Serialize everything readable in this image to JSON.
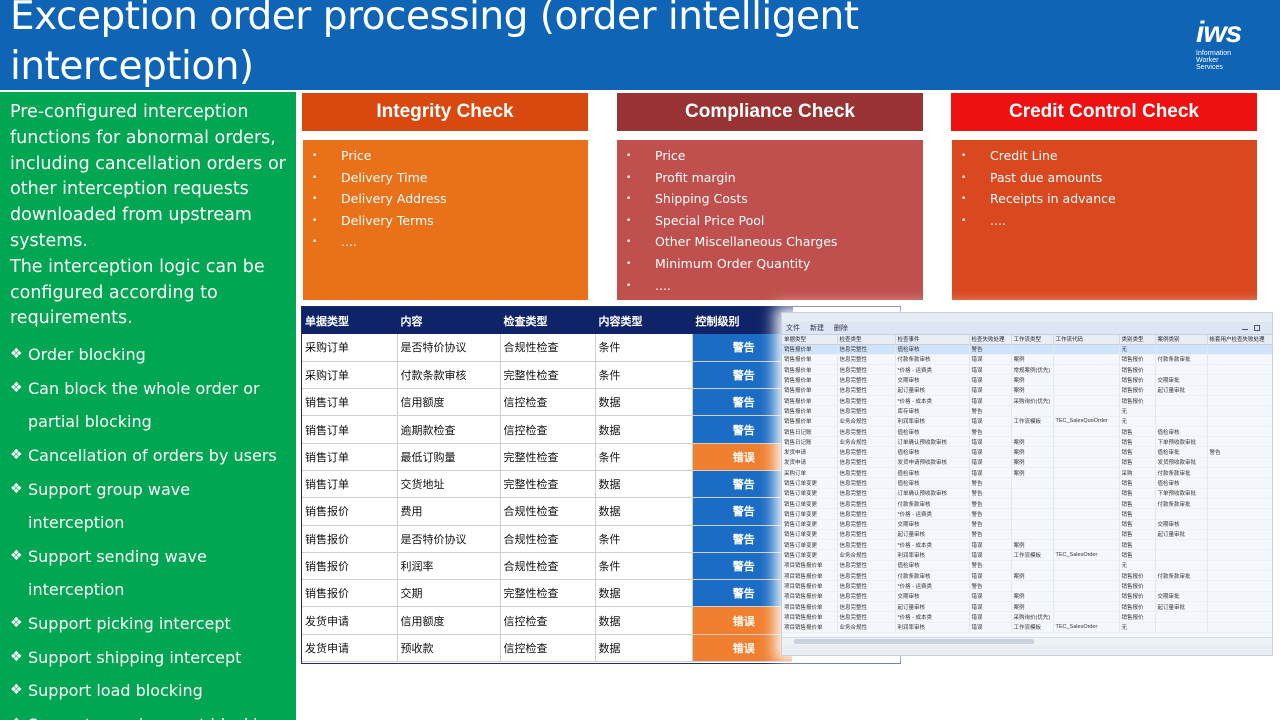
{
  "title": "Exception order processing (order intelligent interception)",
  "logo": {
    "mark": "iws",
    "sub_lines": [
      "Information",
      "Worker",
      "Services"
    ]
  },
  "intro": [
    "Pre-configured interception functions for abnormal orders, including cancellation orders or other interception requests downloaded from upstream systems.",
    "The interception logic can be configured according to requirements."
  ],
  "bullets": [
    "Order blocking",
    "Can block the whole order or partial blocking",
    "Cancellation of orders by users",
    "Support group wave interception",
    "Support sending wave interception",
    "Support picking intercept",
    "Support shipping intercept",
    "Support load blocking",
    "Support reassignment blocking"
  ],
  "checks": [
    {
      "title": "Integrity Check",
      "items": [
        "Price",
        "Delivery Time",
        "Delivery Address",
        "Delivery Terms",
        "...."
      ]
    },
    {
      "title": "Compliance Check",
      "items": [
        "Price",
        "Profit margin",
        "Shipping Costs",
        "Special Price Pool",
        "Other Miscellaneous Charges",
        "Minimum Order Quantity",
        "...."
      ]
    },
    {
      "title": "Credit Control Check",
      "items": [
        "Credit Line",
        "Past due amounts",
        "Receipts in advance",
        "...."
      ]
    }
  ],
  "colors": {
    "title_bar": "#0f64b5",
    "left_panel": "#00a651",
    "integrity_head": "#d9480f",
    "integrity_body": "#e8711a",
    "compliance_head": "#993333",
    "compliance_body": "#c0504d",
    "credit_head": "#ee1111",
    "credit_body": "#d9481f",
    "warning": "#1b6cc4",
    "error": "#f08030"
  },
  "rules_table": {
    "headers": [
      "单据类型",
      "内容",
      "检查类型",
      "内容类型",
      "控制级别"
    ],
    "rows": [
      [
        "采购订单",
        "是否特价协议",
        "合规性检查",
        "条件",
        "警告",
        "warn"
      ],
      [
        "采购订单",
        "付款条款审核",
        "完整性检查",
        "条件",
        "警告",
        "warn"
      ],
      [
        "销售订单",
        "信用额度",
        "信控检查",
        "数据",
        "警告",
        "warn"
      ],
      [
        "销售订单",
        "逾期款检查",
        "信控检查",
        "数据",
        "警告",
        "warn"
      ],
      [
        "销售订单",
        "最低订购量",
        "完整性检查",
        "条件",
        "错误",
        "err"
      ],
      [
        "销售订单",
        "交货地址",
        "完整性检查",
        "数据",
        "警告",
        "warn"
      ],
      [
        "销售报价",
        "费用",
        "合规性检查",
        "数据",
        "警告",
        "warn"
      ],
      [
        "销售报价",
        "是否特价协议",
        "合规性检查",
        "条件",
        "警告",
        "warn"
      ],
      [
        "销售报价",
        "利润率",
        "合规性检查",
        "条件",
        "警告",
        "warn"
      ],
      [
        "销售报价",
        "交期",
        "完整性检查",
        "数据",
        "警告",
        "warn"
      ],
      [
        "发货申请",
        "信用额度",
        "信控检查",
        "数据",
        "错误",
        "err"
      ],
      [
        "发货申请",
        "预收款",
        "信控检查",
        "数据",
        "错误",
        "err"
      ]
    ]
  },
  "screenshot": {
    "toolbar": [
      "文件",
      "新建",
      "删除"
    ],
    "headers": [
      "单据类型",
      "检查类型",
      "检查事件",
      "检查失败处理",
      "工作流类型",
      "工作流代码",
      "类别类型",
      "案例类别",
      "帐套用户检查失败处理"
    ],
    "rows": [
      [
        "销售报价单",
        "信息完整性",
        "值检审核",
        "警告",
        "",
        "",
        "无",
        "",
        ""
      ],
      [
        "销售报价单",
        "信息完整性",
        "付款条款审核",
        "错误",
        "案例",
        "",
        "销售报价",
        "付款条款审批",
        ""
      ],
      [
        "销售报价单",
        "信息完整性",
        "*价格 - 运费类",
        "错误",
        "常规案例(优先)",
        "",
        "销售报价",
        "",
        ""
      ],
      [
        "销售报价单",
        "信息完整性",
        "交期审核",
        "错误",
        "案例",
        "",
        "销售报价",
        "交期审批",
        ""
      ],
      [
        "销售报价单",
        "信息完整性",
        "起订量审核",
        "错误",
        "案例",
        "",
        "销售报价",
        "起订量审批",
        ""
      ],
      [
        "销售报价单",
        "信息完整性",
        "*价格 - 成本类",
        "错误",
        "采购询价(优先)",
        "",
        "销售报价",
        "",
        ""
      ],
      [
        "销售报价单",
        "信息完整性",
        "库存审核",
        "警告",
        "",
        "",
        "无",
        "",
        ""
      ],
      [
        "销售报价单",
        "业务合规性",
        "利润率审核",
        "错误",
        "工作流模板",
        "TEC_SalesQuoOrder",
        "无",
        "",
        ""
      ],
      [
        "销售日记账",
        "信息完整性",
        "值检审核",
        "警告",
        "",
        "",
        "销售",
        "值检审核",
        ""
      ],
      [
        "销售日记账",
        "业务合规性",
        "订单确认预收款审核",
        "错误",
        "案例",
        "",
        "销售",
        "下单预收款审批",
        ""
      ],
      [
        "发货申请",
        "信息完整性",
        "值检审核",
        "错误",
        "案例",
        "",
        "销售",
        "值检审批",
        "警告"
      ],
      [
        "发货申请",
        "信息完整性",
        "发货申请预收款审核",
        "错误",
        "案例",
        "",
        "销售",
        "发货预收款审批",
        ""
      ],
      [
        "采购订单",
        "信息完整性",
        "值检审核",
        "错误",
        "案例",
        "",
        "采购",
        "付款条款审批",
        ""
      ],
      [
        "销售订单变更",
        "信息完整性",
        "值检审核",
        "警告",
        "",
        "",
        "销售",
        "值检审核",
        ""
      ],
      [
        "销售订单变更",
        "信息完整性",
        "订单确认预收款审核",
        "警告",
        "",
        "",
        "销售",
        "下单预收款审批",
        ""
      ],
      [
        "销售订单变更",
        "信息完整性",
        "付款条款审核",
        "警告",
        "",
        "",
        "销售",
        "付款条款审批",
        ""
      ],
      [
        "销售订单变更",
        "信息完整性",
        "*价格 - 运费类",
        "警告",
        "",
        "",
        "销售",
        "",
        ""
      ],
      [
        "销售订单变更",
        "信息完整性",
        "交期审核",
        "警告",
        "",
        "",
        "销售",
        "交期审核",
        ""
      ],
      [
        "销售订单变更",
        "信息完整性",
        "起订量审核",
        "警告",
        "",
        "",
        "销售",
        "起订量审批",
        ""
      ],
      [
        "销售订单变更",
        "信息完整性",
        "*价格 - 成本类",
        "错误",
        "案例",
        "",
        "销售",
        "",
        ""
      ],
      [
        "销售订单变更",
        "业务合规性",
        "利润率审核",
        "错误",
        "工作流模板",
        "TEC_SalesOrder",
        "销售",
        "",
        ""
      ],
      [
        "项目销售报价单",
        "信息完整性",
        "值检审核",
        "警告",
        "",
        "",
        "无",
        "",
        ""
      ],
      [
        "项目销售报价单",
        "信息完整性",
        "付款条款审核",
        "错误",
        "案例",
        "",
        "销售报价",
        "付款条款审批",
        ""
      ],
      [
        "项目销售报价单",
        "信息完整性",
        "*价格 - 运费类",
        "警告",
        "",
        "",
        "销售报价",
        "",
        ""
      ],
      [
        "项目销售报价单",
        "信息完整性",
        "交期审核",
        "错误",
        "案例",
        "",
        "销售报价",
        "交期审批",
        ""
      ],
      [
        "项目销售报价单",
        "信息完整性",
        "起订量审核",
        "错误",
        "案例",
        "",
        "销售报价",
        "起订量审批",
        ""
      ],
      [
        "项目销售报价单",
        "信息完整性",
        "*价格 - 成本类",
        "错误",
        "采购询价(优先)",
        "",
        "销售报价",
        "",
        ""
      ],
      [
        "项目销售报价单",
        "业务合规性",
        "利润率审核",
        "错误",
        "工作流模板",
        "TEC_SalesOrder",
        "无",
        "",
        ""
      ]
    ]
  }
}
